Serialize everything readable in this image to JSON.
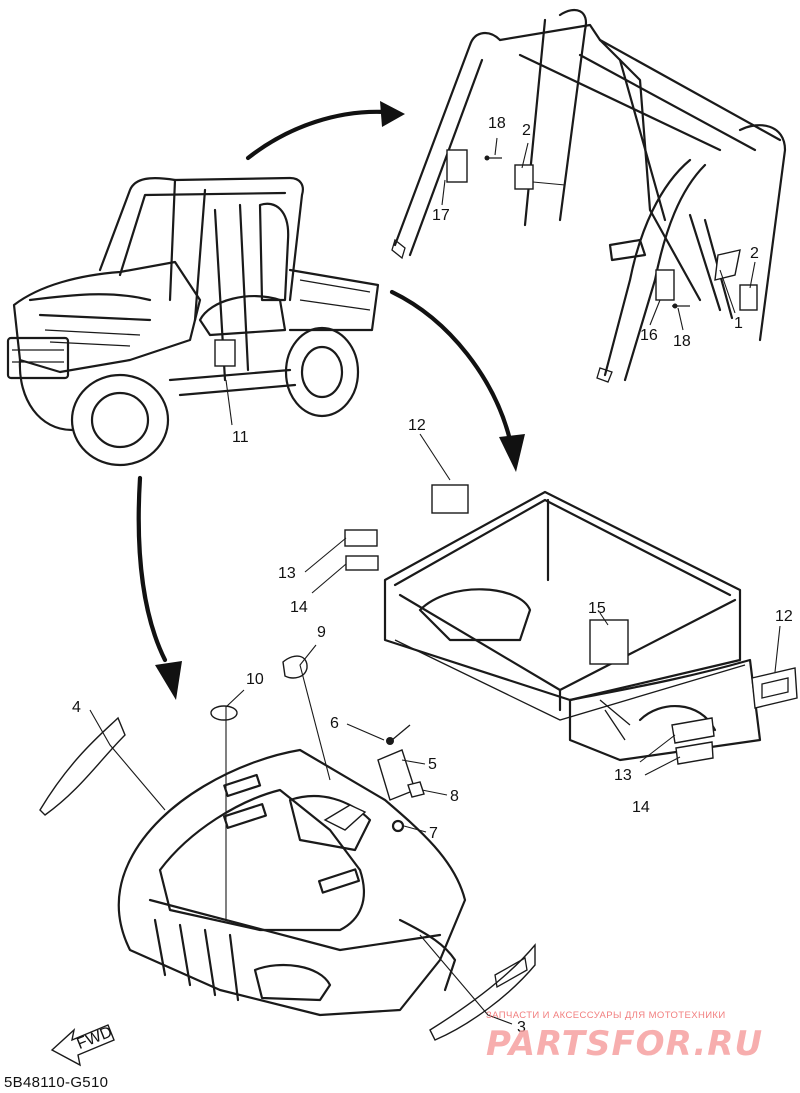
{
  "diagram_code": "5B48110-G510",
  "fwd_label": "FWD",
  "watermark": {
    "subtitle": "ЗАПЧАСТИ И АКСЕССУАРЫ ДЛЯ МОТОТЕХНИКИ",
    "brand": "PARTSFOR.RU"
  },
  "callouts": {
    "c1": "1",
    "c2a": "2",
    "c2b": "2",
    "c3": "3",
    "c4": "4",
    "c5": "5",
    "c6": "6",
    "c7": "7",
    "c8": "8",
    "c9": "9",
    "c10": "10",
    "c11": "11",
    "c12a": "12",
    "c12b": "12",
    "c13a": "13",
    "c13b": "13",
    "c14a": "14",
    "c14b": "14",
    "c15": "15",
    "c16": "16",
    "c17": "17",
    "c18a": "18",
    "c18b": "18"
  },
  "colors": {
    "line": "#1a1a1a",
    "watermark": "#f6a0a0"
  }
}
